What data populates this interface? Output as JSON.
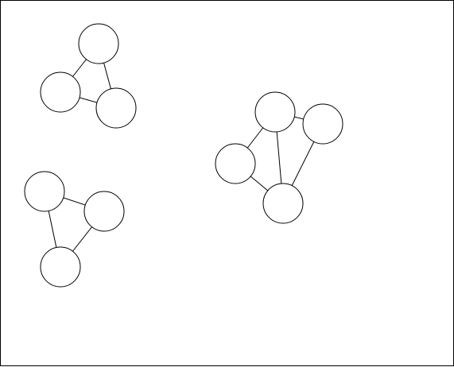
{
  "diagram": {
    "type": "undirected-graph",
    "node_labels_shown": false,
    "stroke_color": "#000000",
    "fill_color": "#ffffff",
    "background_color": "#ffffff",
    "components": [
      {
        "name": "cluster-top-left",
        "node_count": 3,
        "edges": [
          [
            0,
            1
          ],
          [
            0,
            2
          ],
          [
            1,
            2
          ]
        ]
      },
      {
        "name": "cluster-bottom-left",
        "node_count": 3,
        "edges": [
          [
            0,
            1
          ],
          [
            0,
            2
          ],
          [
            1,
            2
          ]
        ]
      },
      {
        "name": "cluster-right",
        "node_count": 4,
        "edges": [
          [
            0,
            1
          ],
          [
            0,
            2
          ],
          [
            0,
            3
          ],
          [
            1,
            3
          ],
          [
            2,
            3
          ]
        ]
      }
    ]
  }
}
